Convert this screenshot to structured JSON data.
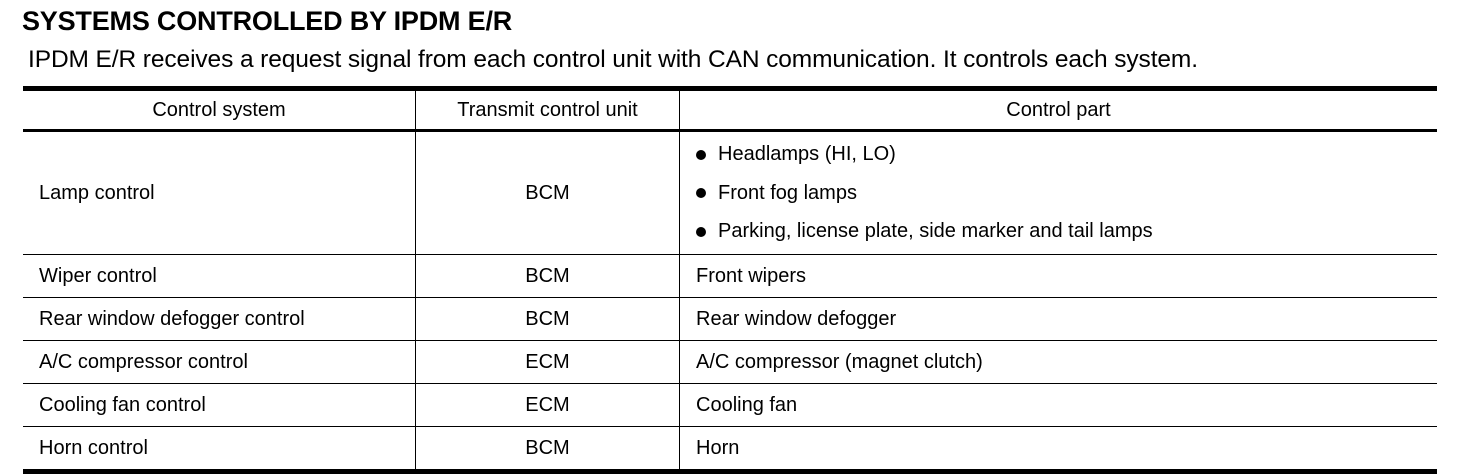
{
  "title": "SYSTEMS CONTROLLED BY IPDM E/R",
  "subtitle": "IPDM E/R receives a request signal from each control unit with CAN communication. It controls each system.",
  "table": {
    "headers": [
      "Control system",
      "Transmit control unit",
      "Control part"
    ],
    "rows": [
      {
        "system": "Lamp control",
        "unit": "BCM",
        "parts": [
          "Headlamps (HI, LO)",
          "Front fog lamps",
          "Parking, license plate, side marker and tail lamps"
        ]
      },
      {
        "system": "Wiper control",
        "unit": "BCM",
        "part": "Front wipers"
      },
      {
        "system": "Rear window defogger control",
        "unit": "BCM",
        "part": "Rear window defogger"
      },
      {
        "system": "A/C compressor control",
        "unit": "ECM",
        "part": "A/C compressor (magnet clutch)"
      },
      {
        "system": "Cooling fan control",
        "unit": "ECM",
        "part": "Cooling fan"
      },
      {
        "system": "Horn control",
        "unit": "BCM",
        "part": "Horn"
      }
    ]
  }
}
